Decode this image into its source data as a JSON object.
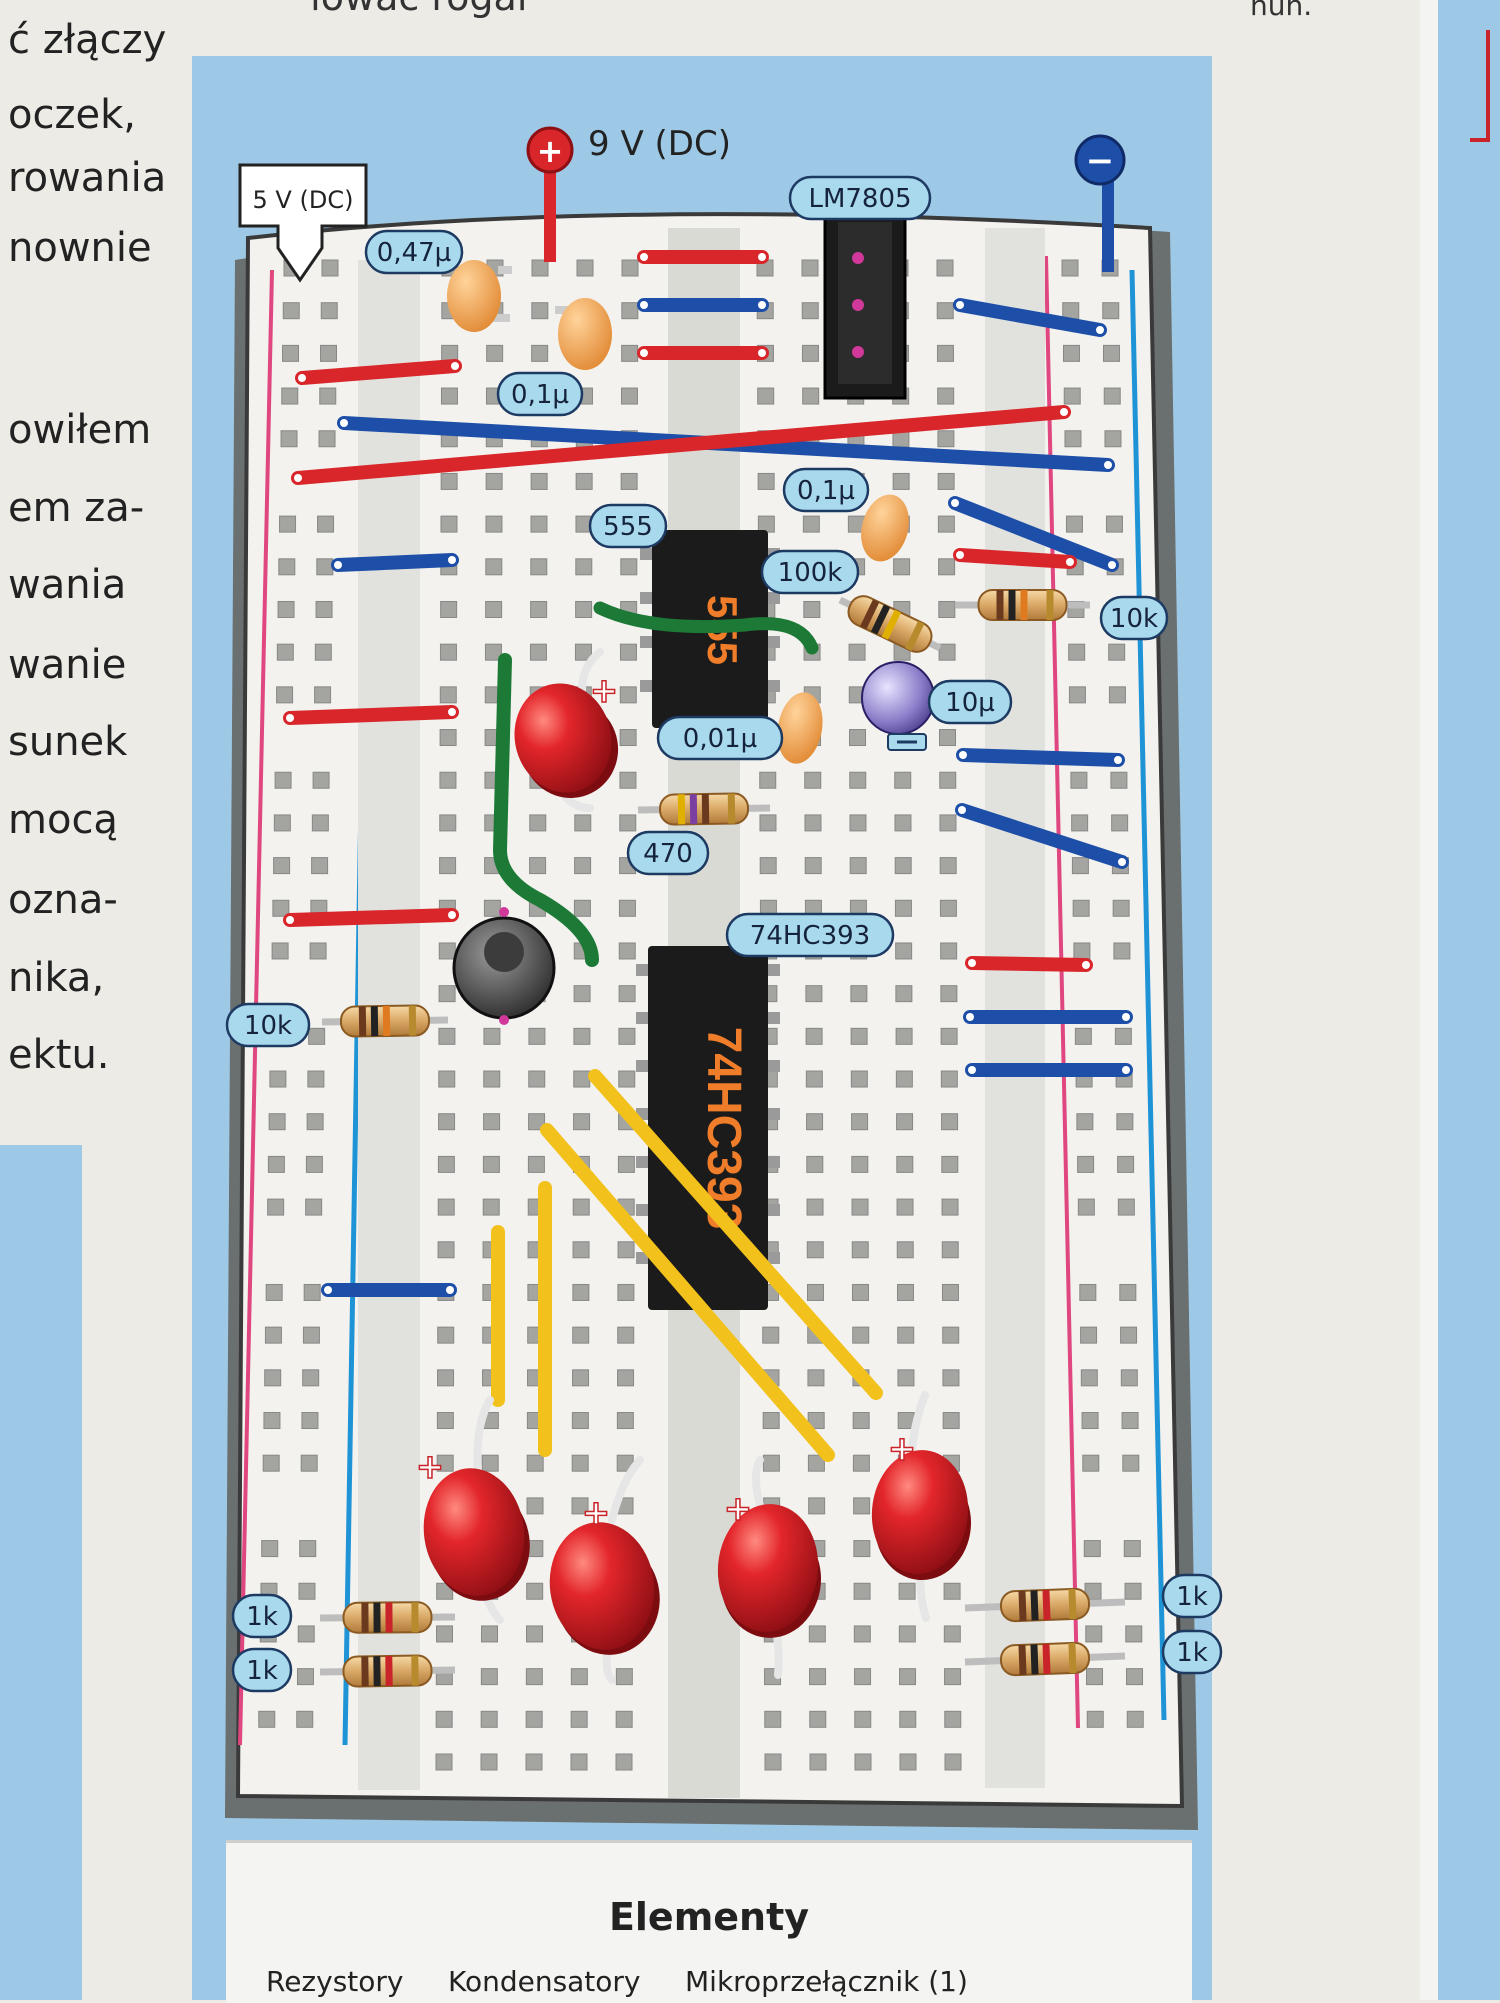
{
  "page": {
    "top_fragment": "łowac rogal",
    "top_right_fragment": "nun.",
    "left_column_lines": [
      "ć złączy",
      "oczek,",
      "rowania",
      "nownie",
      "owiłem",
      "em za-",
      "wania",
      "wanie",
      "sunek",
      "mocą",
      "ozna-",
      "nika,",
      "ektu."
    ]
  },
  "diagram": {
    "power": {
      "supply_label": "9 V (DC)",
      "reg_out_label": "5 V (DC)",
      "plus_symbol": "+",
      "minus_symbol": "−"
    },
    "regulator_label": "LM7805",
    "ic1": {
      "label": "555",
      "marking": "555"
    },
    "ic2": {
      "label": "74HC393",
      "marking": "74HC393"
    },
    "components": {
      "c047": "0,47µ",
      "c01_a": "0,1µ",
      "c01_b": "0,1µ",
      "c001": "0,01µ",
      "c10": "10µ",
      "r100k": "100k",
      "r10k_right": "10k",
      "r10k_left": "10k",
      "r470": "470",
      "r1k_l1": "1k",
      "r1k_l2": "1k",
      "r1k_r1": "1k",
      "r1k_r2": "1k"
    },
    "led_polarity_symbol": "+",
    "colors": {
      "page_blue": "#9ec9e6",
      "wire_red": "#d8262a",
      "wire_blue": "#1e4fa8",
      "wire_yellow": "#f2c11c",
      "wire_green": "#1d7a36",
      "led_red": "#d31c22",
      "cap_orange": "#f0a24c",
      "label_fill": "#a9d9ec"
    }
  },
  "parts_box": {
    "title": "Elementy",
    "footer_fragment": "Rezystory     Kondensatory     Mikroprzełącznik (1)"
  }
}
